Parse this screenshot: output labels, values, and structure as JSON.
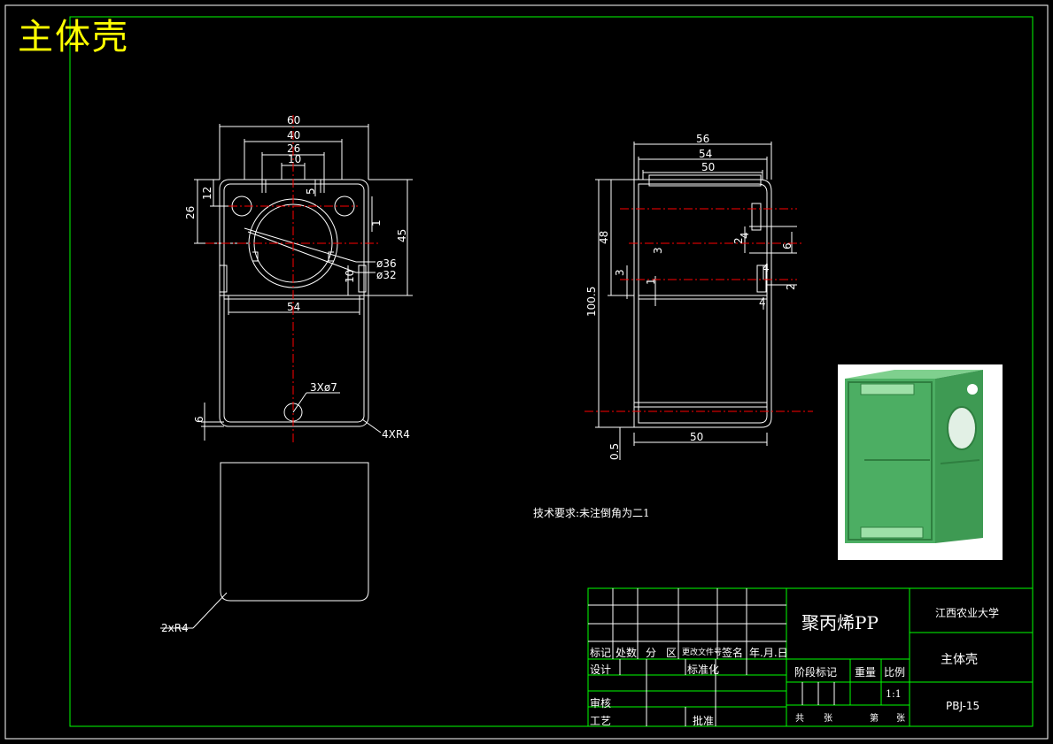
{
  "drawing_title": "主体壳",
  "front_view": {
    "dims": {
      "w60": "60",
      "w40": "40",
      "w26": "26",
      "w10": "10",
      "h12": "12",
      "h26": "26",
      "h45": "45",
      "v5": "5",
      "v1": "1",
      "v10": "10",
      "w54": "54",
      "d36": "ø36",
      "d32": "ø32",
      "holes": "3Xø7",
      "h6": "6",
      "radius": "4XR4"
    }
  },
  "side_view": {
    "dims": {
      "w56": "56",
      "w54": "54",
      "w50": "50",
      "h48": "48",
      "h100": "100.5",
      "v3": "3",
      "v1": "1",
      "r3a": "3",
      "r2a": "2",
      "r4a": "4",
      "r6": "6",
      "r4b": "4",
      "r2b": "2",
      "r4c": "4",
      "b05": "0.5",
      "b50": "50"
    }
  },
  "flat_view": {
    "radius": "2xR4"
  },
  "tech_requirement": "技术要求:未注倒角为二1",
  "preview": {
    "icon": "3d-model-preview"
  },
  "title_block": {
    "material": "聚丙烯PP",
    "school": "江西农业大学",
    "part_name": "主体壳",
    "drawing_no": "PBJ-15",
    "scale_value": "1:1",
    "headers": [
      "标记",
      "处数",
      "分",
      "区",
      "更改文件号",
      "签名",
      "年.月.日"
    ],
    "design": "设计",
    "standardize": "标准化",
    "stage_mark": "阶段标记",
    "weight": "重量",
    "scale": "比例",
    "review": "审核",
    "process": "工艺",
    "approve": "批准",
    "total": "共",
    "sheets": "张",
    "page": "第",
    "page_unit": "张"
  }
}
